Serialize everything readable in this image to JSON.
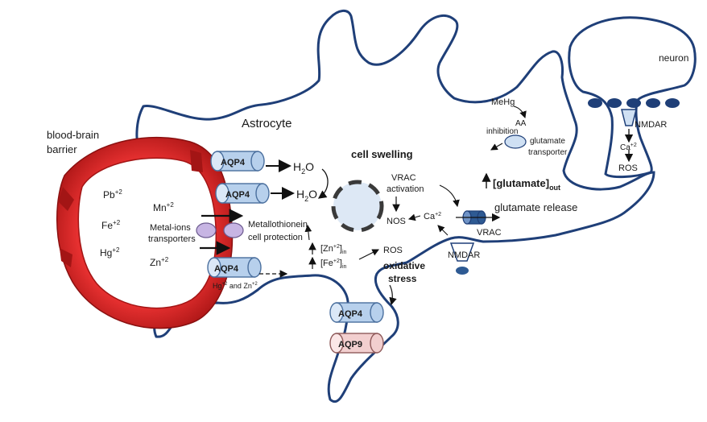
{
  "labels": {
    "bbb_line1": "blood-brain",
    "bbb_line2": "barrier",
    "astrocyte": "Astrocyte",
    "neuron": "neuron",
    "cell_swelling": "cell swelling",
    "vrac_activation_1": "VRAC",
    "vrac_activation_2": "activation",
    "nos": "NOS",
    "ros_center": "ROS",
    "ca_center": "Ca",
    "ca_center_sup": "+2",
    "zn_in": "[Zn",
    "zn_in_sup": "+2",
    "zn_in_close": "]",
    "zn_in_sub": "in",
    "fe_in": "[Fe",
    "fe_in_sup": "+2",
    "fe_in_close": "]",
    "fe_in_sub": "in",
    "oxidative": "oxidative",
    "stress": "stress",
    "metallothionein": "Metallothionein",
    "cell_protection": "cell protection",
    "metal_transporters_1": "Metal-ions",
    "metal_transporters_2": "transporters",
    "hg_zn_main": "Hg",
    "hg_zn_sup1": "+2",
    "hg_zn_mid": " and Zn",
    "hg_zn_sup2": "+2",
    "h2o_1": "H",
    "h2o_1_sub": "2",
    "h2o_1_end": "O",
    "h2o_2": "H",
    "h2o_2_sub": "2",
    "h2o_2_end": "O",
    "mehg": "MeHg",
    "aa": "AA",
    "inhibition": "inhibition",
    "glutamate_transporter_1": "glutamate",
    "glutamate_transporter_2": "transporter",
    "glutamate_out": "[glutamate]",
    "glutamate_out_sub": "out",
    "glutamate_release": "glutamate release",
    "vrac": "VRAC",
    "nmdar_astro": "NMDAR",
    "nmdar_neuron": "NMDAR",
    "ca_neuron": "Ca",
    "ca_neuron_sup": "+2",
    "ros_neuron": "ROS"
  },
  "ions": {
    "pb": {
      "base": "Pb",
      "sup": "+2"
    },
    "mn": {
      "base": "Mn",
      "sup": "+2"
    },
    "fe": {
      "base": "Fe",
      "sup": "+2"
    },
    "hg": {
      "base": "Hg",
      "sup": "+2"
    },
    "zn": {
      "base": "Zn",
      "sup": "+2"
    }
  },
  "channels": {
    "aqp4_top": "AQP4",
    "aqp4_mid": "AQP4",
    "aqp4_bottom": "AQP4",
    "aqp4_process": "AQP4",
    "aqp9_process": "AQP9"
  },
  "colors": {
    "vessel_red": "#e02424",
    "vessel_dark": "#a31515",
    "outline_blue": "#1f3f78",
    "aqp4_fill": "#b7d0ec",
    "aqp9_fill": "#f2cfcf",
    "transporter_purple": "#c7b5e3",
    "vesicle_blue": "#1f3f78"
  }
}
